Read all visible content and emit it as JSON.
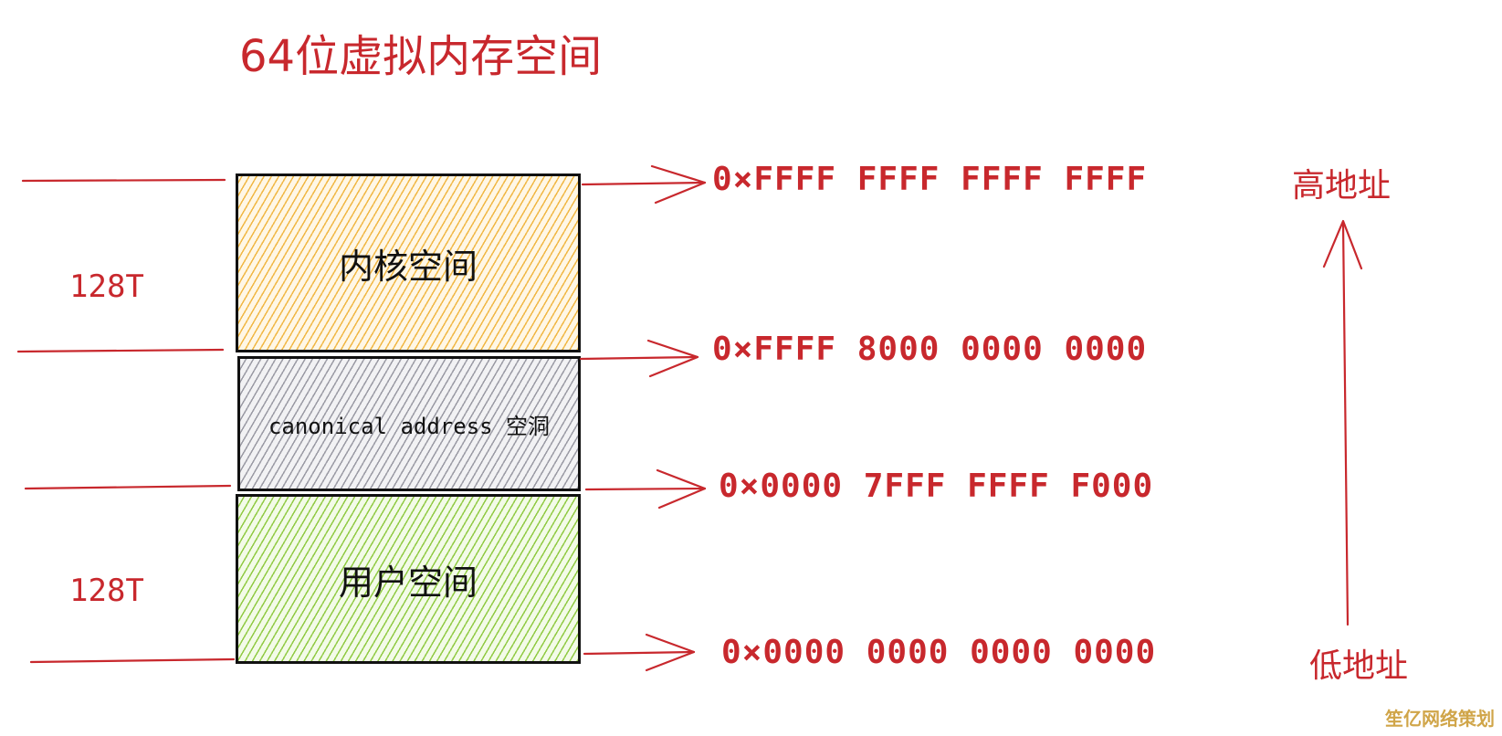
{
  "colors": {
    "accent_red": "#c8282d",
    "kernel_fill": "#f0b43c",
    "hole_fill": "#9696a0",
    "user_fill": "#8cc83c",
    "outline": "#111111"
  },
  "title": "64位虚拟内存空间",
  "regions": {
    "kernel": {
      "label": "内核空间",
      "size": "128T"
    },
    "hole": {
      "label": "canonical address 空洞"
    },
    "user": {
      "label": "用户空间",
      "size": "128T"
    }
  },
  "addresses": {
    "top": "0×FFFF FFFF FFFF FFFF",
    "kernel_start": "0×FFFF 8000 0000 0000",
    "user_end": "0×0000 7FFF FFFF F000",
    "bottom": "0×0000 0000 0000 0000"
  },
  "direction": {
    "high": "高地址",
    "low": "低地址",
    "arrow_icon": "up-arrow-icon"
  },
  "watermark": "笙亿网络策划"
}
